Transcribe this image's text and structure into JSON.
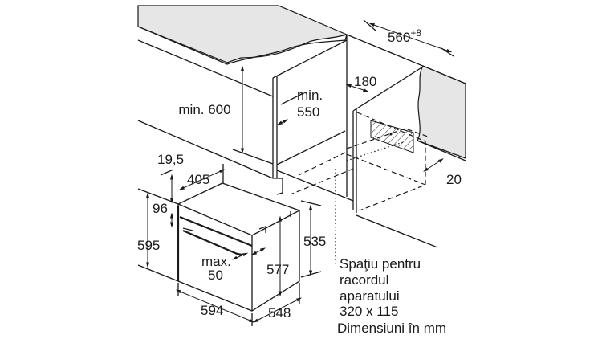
{
  "dimensions": {
    "width_cutout": "560",
    "width_cutout_tolerance": "+8",
    "rear_gap": "180",
    "min_depth_label": "min.",
    "min_depth_value": "550",
    "min_height": "min. 600",
    "panel_offset": "19,5",
    "depth_top": "405",
    "top_offset": "96",
    "oven_height": "595",
    "handle_label": "max.",
    "handle_value": "50",
    "inner_height": "577",
    "side_height": "535",
    "oven_width": "594",
    "oven_depth": "548",
    "back_gap": "20"
  },
  "note": {
    "line1": "Spaţiu pentru",
    "line2": "racordul",
    "line3": "aparatului",
    "line4": "320 x 115",
    "units": "Dimensiuni în mm"
  },
  "colors": {
    "countertop": "#e6e6e6",
    "lines": "#1a1a1a"
  }
}
